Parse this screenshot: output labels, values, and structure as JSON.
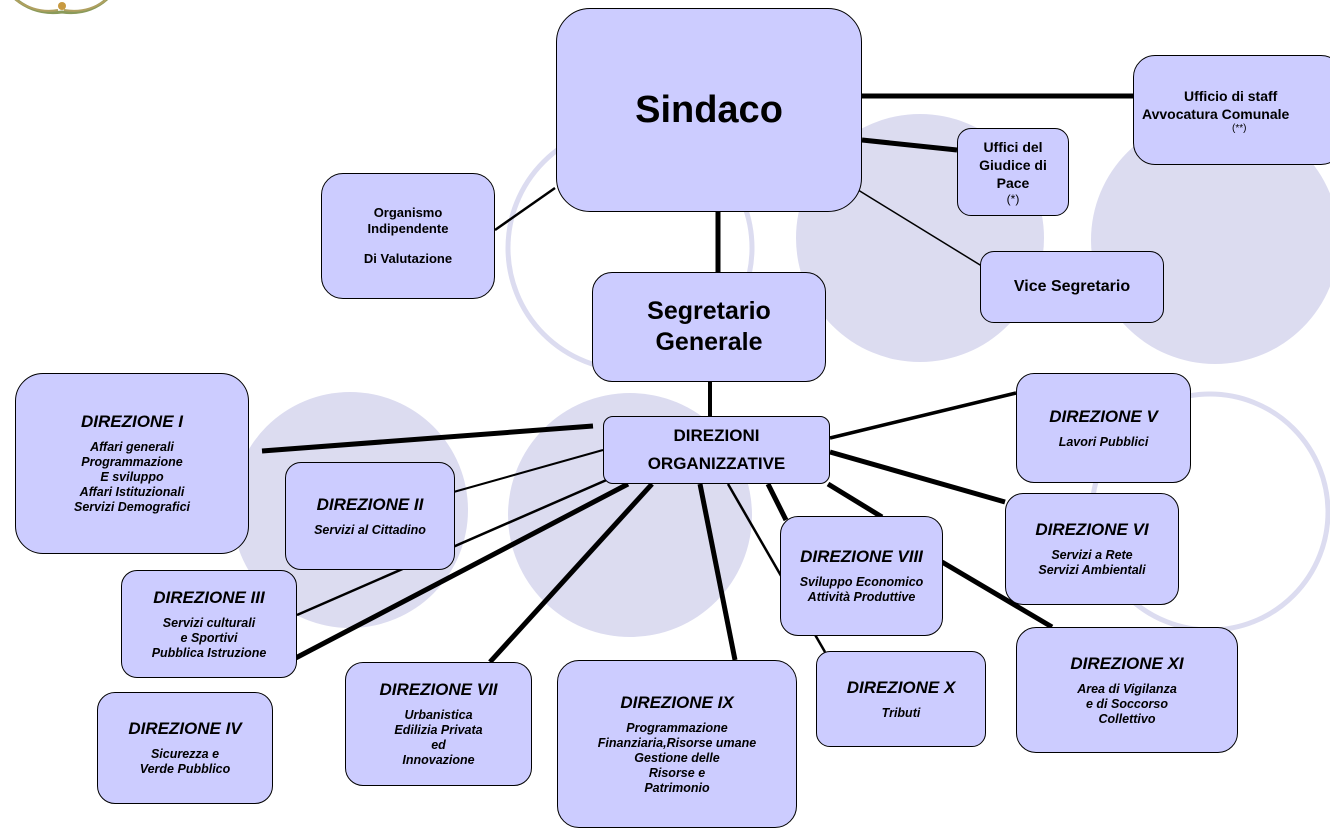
{
  "colors": {
    "box_fill": "#ccccff",
    "circle_fill": "#dcdcf0",
    "ring_stroke": "#dcdcf0",
    "line": "#000000"
  },
  "logo_icon": "municipal-crest",
  "nodes": {
    "sindaco": {
      "title": "Sindaco"
    },
    "staff": {
      "line1": "Ufficio di staff",
      "line2": "Avvocatura Comunale",
      "note": "(**)"
    },
    "giudice": {
      "line1": "Uffici del",
      "line2": "Giudice di",
      "line3": "Pace",
      "note": "(*)"
    },
    "oiv": {
      "line1": "Organismo",
      "line2": "Indipendente",
      "line3": "Di Valutazione"
    },
    "vice": {
      "title": "Vice Segretario"
    },
    "segretario": {
      "line1": "Segretario",
      "line2": "Generale"
    },
    "direzioni": {
      "line1": "DIREZIONI",
      "line2": "ORGANIZZATIVE"
    },
    "dir1": {
      "title": "DIREZIONE I",
      "lines": [
        "Affari generali",
        "Programmazione",
        "E sviluppo",
        "Affari Istituzionali",
        "Servizi Demografici"
      ]
    },
    "dir2": {
      "title": "DIREZIONE II",
      "lines": [
        "Servizi al Cittadino"
      ]
    },
    "dir3": {
      "title": "DIREZIONE III",
      "lines": [
        "Servizi culturali",
        "e Sportivi",
        "Pubblica Istruzione"
      ]
    },
    "dir4": {
      "title": "DIREZIONE IV",
      "lines": [
        "Sicurezza e",
        "Verde Pubblico"
      ]
    },
    "dir5": {
      "title": "DIREZIONE V",
      "lines": [
        "Lavori Pubblici"
      ]
    },
    "dir6": {
      "title": "DIREZIONE VI",
      "lines": [
        "Servizi a Rete",
        "Servizi Ambientali"
      ]
    },
    "dir7": {
      "title": "DIREZIONE VII",
      "lines": [
        "Urbanistica",
        "Edilizia Privata",
        "ed",
        "Innovazione"
      ]
    },
    "dir8": {
      "title": "DIREZIONE VIII",
      "lines": [
        "Sviluppo Economico",
        "Attività Produttive"
      ]
    },
    "dir9": {
      "title": "DIREZIONE IX",
      "lines": [
        "Programmazione",
        "Finanziaria,Risorse umane",
        "Gestione delle",
        "Risorse e",
        "Patrimonio"
      ]
    },
    "dir10": {
      "title": "DIREZIONE X",
      "lines": [
        "Tributi"
      ]
    },
    "dir11": {
      "title": "DIREZIONE XI",
      "lines": [
        "Area di Vigilanza",
        "e di Soccorso",
        "Collettivo"
      ]
    }
  }
}
